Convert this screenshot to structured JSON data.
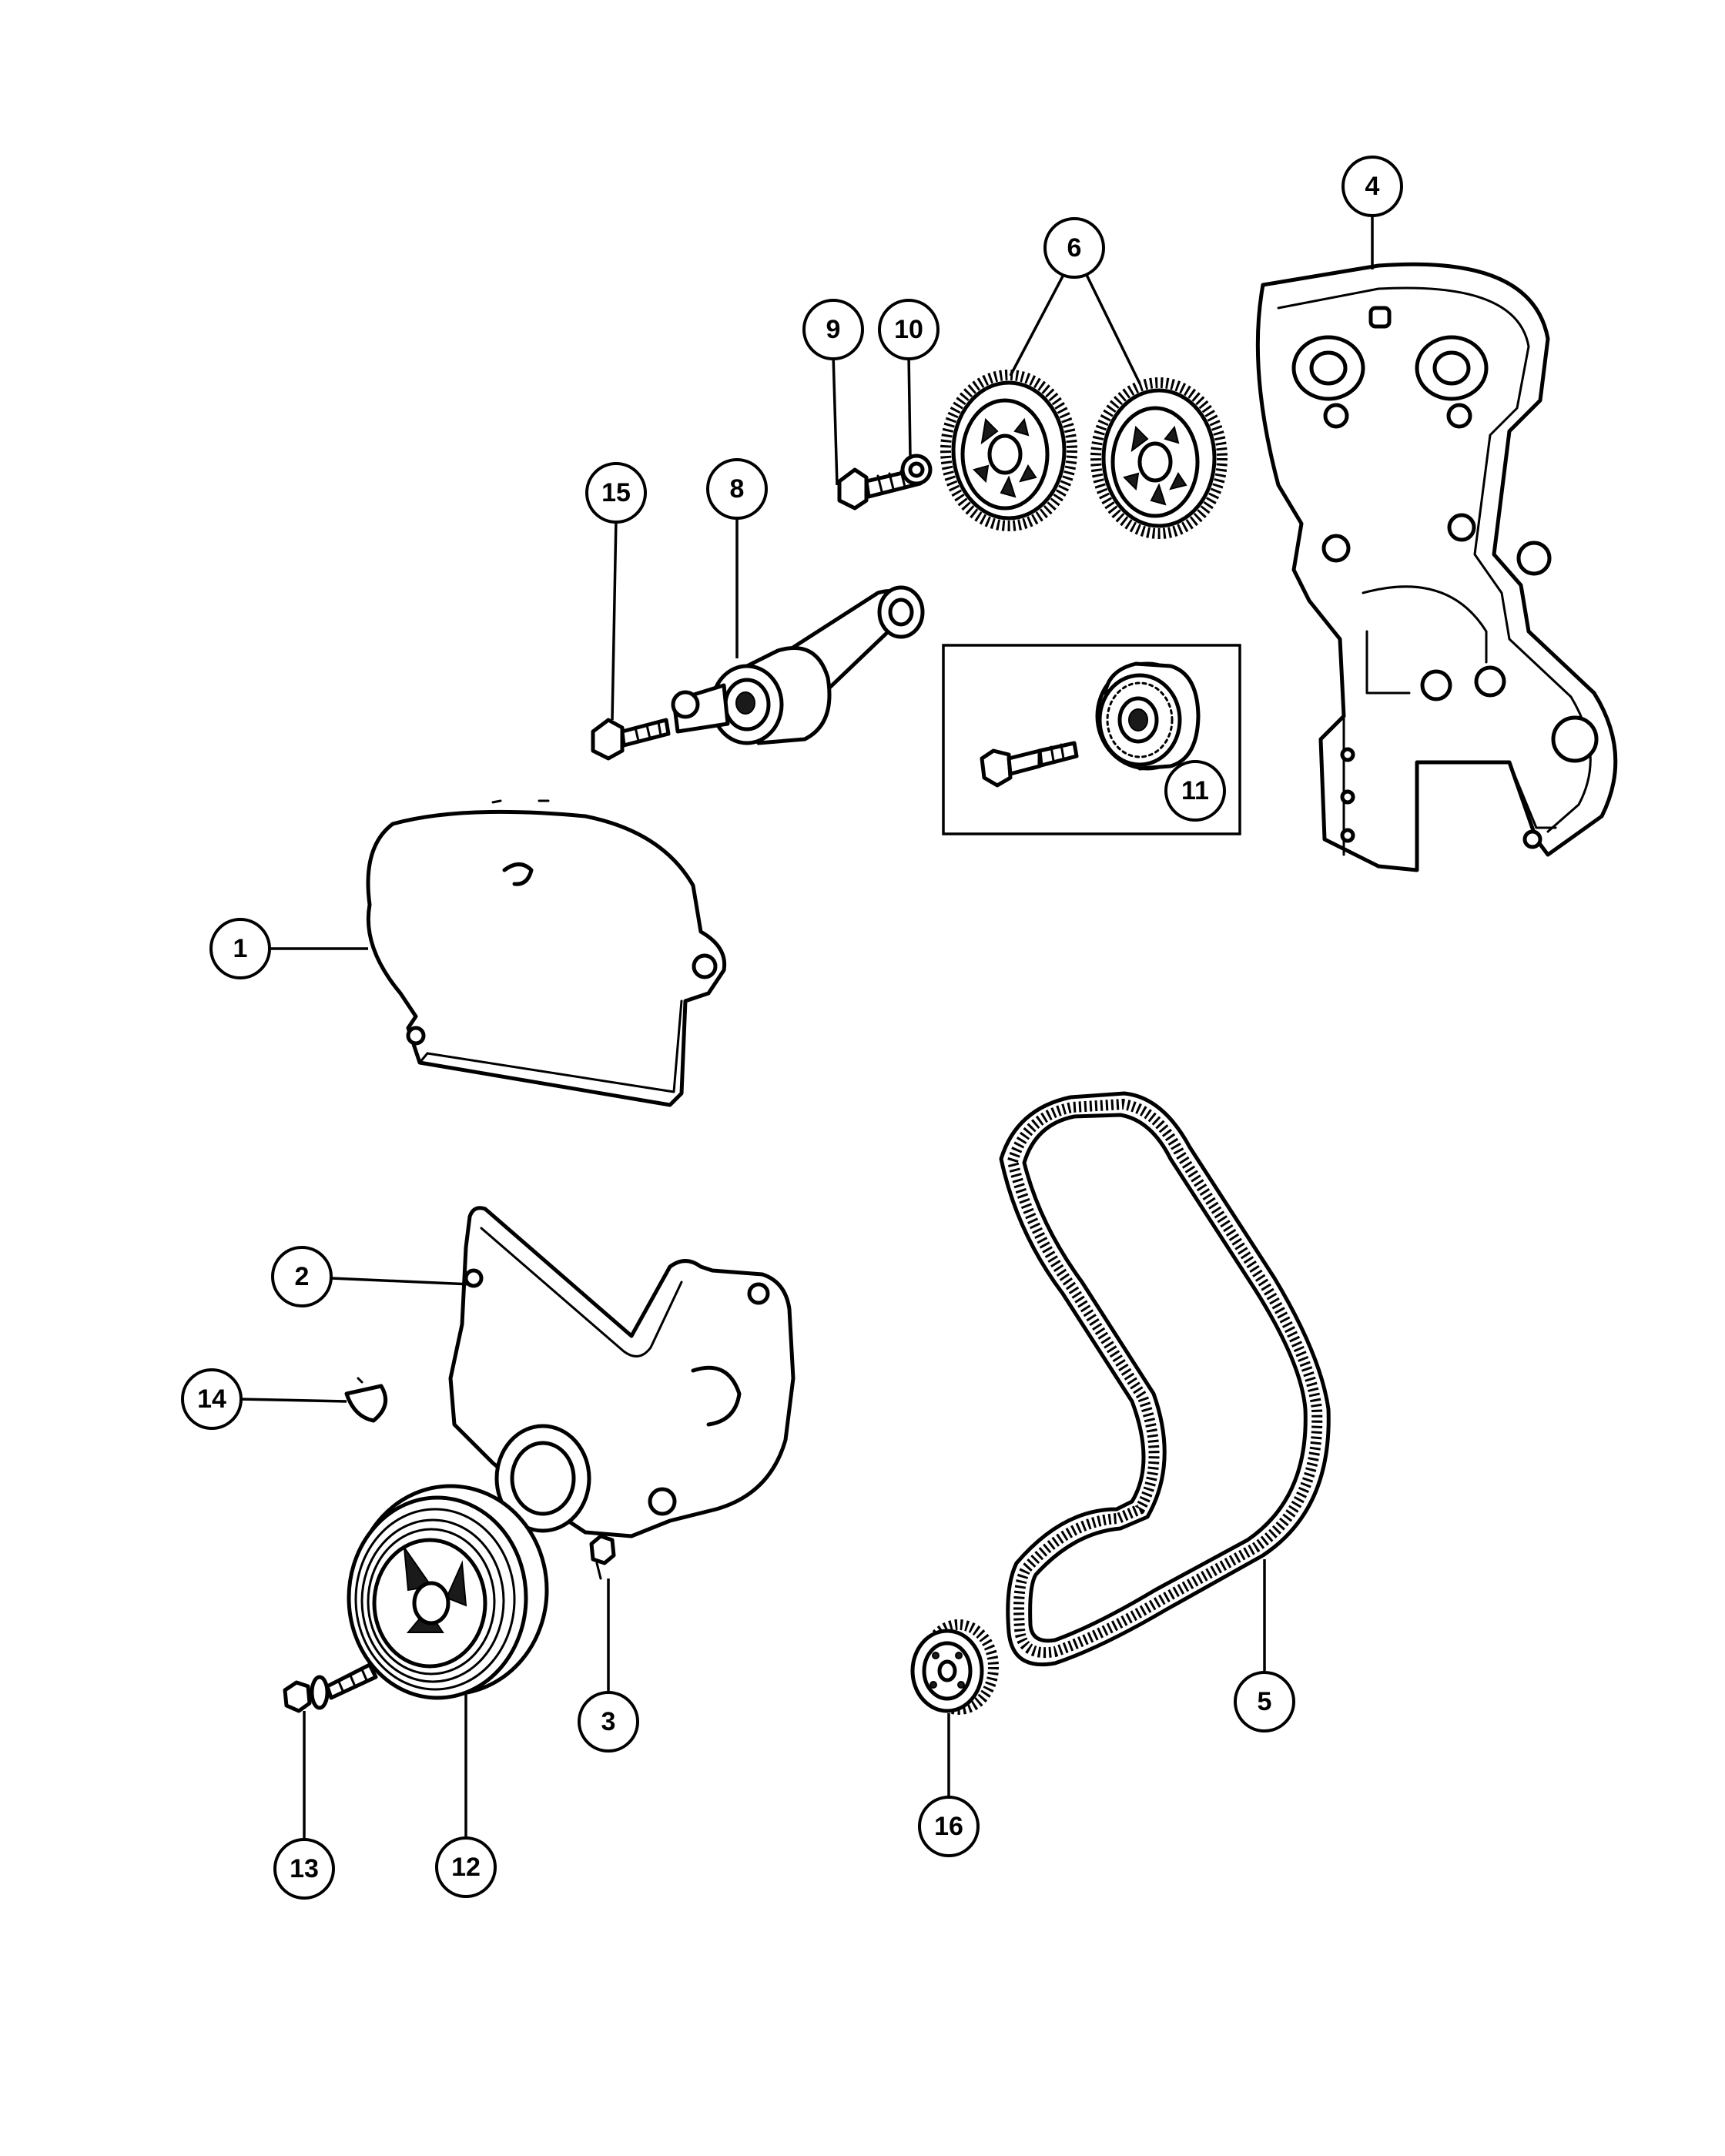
{
  "diagram": {
    "callouts": [
      "1",
      "2",
      "3",
      "4",
      "5",
      "6",
      "8",
      "9",
      "10",
      "11",
      "12",
      "13",
      "14",
      "15",
      "16"
    ]
  }
}
